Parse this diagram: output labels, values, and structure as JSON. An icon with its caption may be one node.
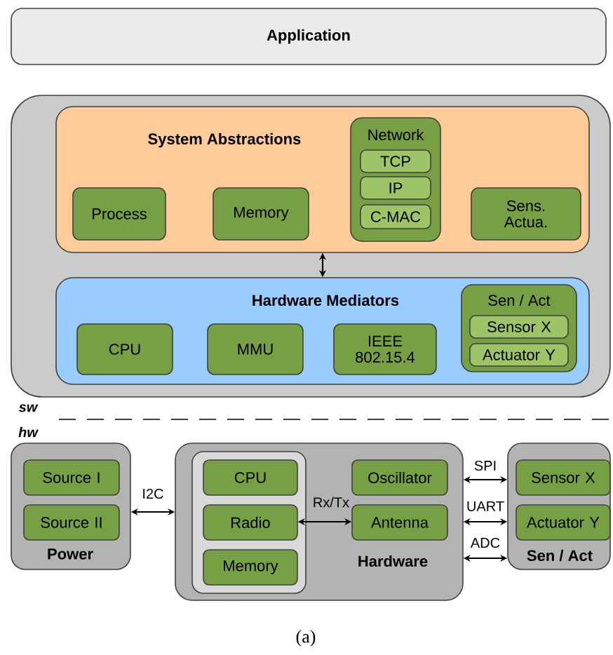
{
  "diagram": {
    "caption": "(a)",
    "nodes": [
      {
        "text": [
          "Application"
        ]
      },
      {
        "text": [],
        "shape": "box"
      },
      {
        "text": [
          "System Abstractions"
        ],
        "in": 1
      },
      {
        "text": [
          "Process"
        ],
        "in": 2
      },
      {
        "text": [
          "Memory"
        ],
        "in": 2
      },
      {
        "text": [
          "Network"
        ],
        "in": 2
      },
      {
        "text": [
          "TCP"
        ],
        "in": 5
      },
      {
        "text": [
          "IP"
        ],
        "in": 5
      },
      {
        "text": [
          "C-MAC"
        ],
        "in": 5
      },
      {
        "text": [
          "Sens. Actua."
        ],
        "in": 2
      },
      {
        "text": [
          "Hardware Mediators"
        ],
        "in": 1
      },
      {
        "text": [
          "CPU"
        ],
        "in": 10
      },
      {
        "text": [
          "MMU"
        ],
        "in": 10
      },
      {
        "text": [
          "IEEE 802.15.4"
        ],
        "in": 10
      },
      {
        "text": [
          "Sen / Act"
        ],
        "in": 10
      },
      {
        "text": [
          "Sensor X"
        ],
        "in": 14
      },
      {
        "text": [
          "Actuator Y"
        ],
        "in": 14
      },
      {
        "text": [
          "Power"
        ]
      },
      {
        "text": [
          "Source I"
        ],
        "in": 17
      },
      {
        "text": [
          "Source II"
        ],
        "in": 17
      },
      {
        "text": [
          "Hardware"
        ]
      },
      {
        "text": [],
        "shape": "box",
        "in": 20
      },
      {
        "text": [
          "CPU"
        ],
        "in": 21
      },
      {
        "text": [
          "Radio"
        ],
        "in": 21
      },
      {
        "text": [
          "Memory"
        ],
        "in": 21
      },
      {
        "text": [
          "Oscillator"
        ],
        "in": 20
      },
      {
        "text": [
          "Antenna"
        ],
        "in": 20
      },
      {
        "text": [
          "Sen / Act"
        ]
      },
      {
        "text": [
          "Sensor X"
        ],
        "in": 27
      },
      {
        "text": [
          "Actuator Y"
        ],
        "in": 27
      }
    ],
    "edges": [
      {
        "from": 2,
        "to": 10,
        "arrow": "both"
      },
      {
        "from": 17,
        "to": 20,
        "arrow": "both",
        "label": "I2C"
      },
      {
        "from": 23,
        "to": 26,
        "arrow": "both",
        "label": "Rx/Tx"
      },
      {
        "from": 20,
        "to": 27,
        "arrow": "both",
        "label": "SPI"
      },
      {
        "from": 20,
        "to": 27,
        "arrow": "both",
        "label": "UART"
      },
      {
        "from": 20,
        "to": 27,
        "arrow": "both",
        "label": "ADC"
      }
    ],
    "labels": [
      "sw",
      "hw"
    ]
  }
}
